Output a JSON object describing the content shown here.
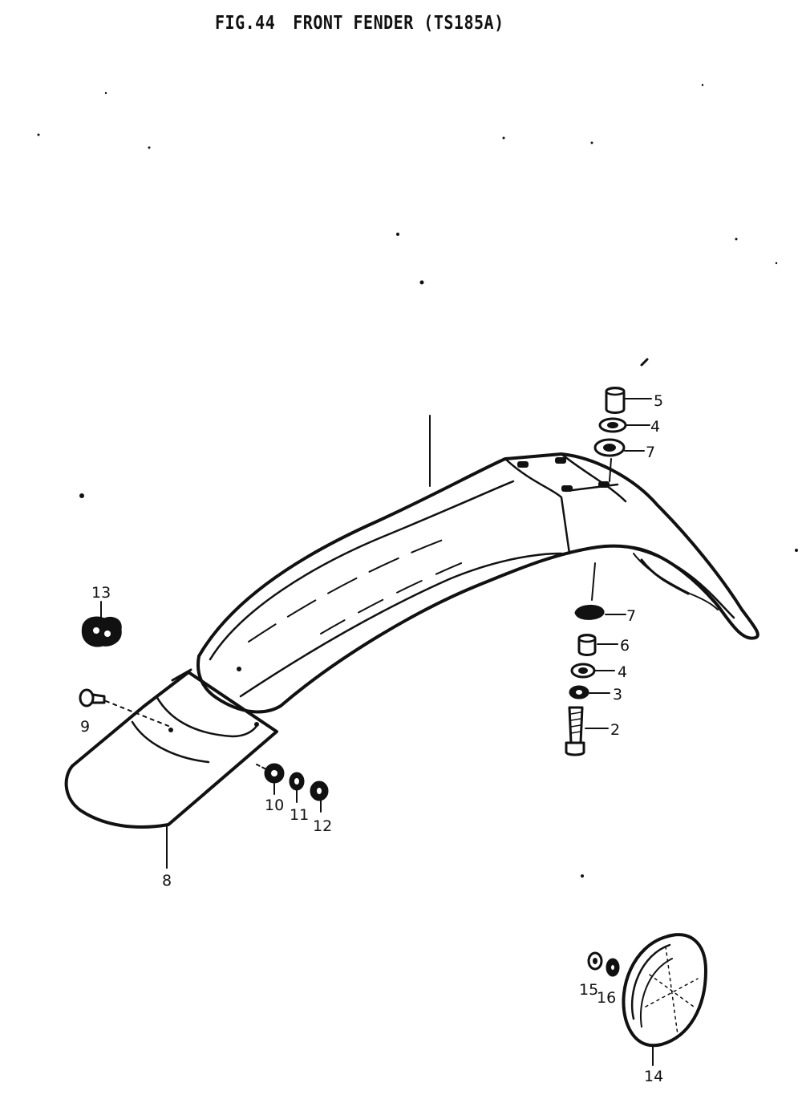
{
  "figure": {
    "number": "FIG.44",
    "title": "FRONT FENDER (TS185A)"
  },
  "callouts": [
    {
      "id": "c1",
      "label": ""
    },
    {
      "id": "c2",
      "label": "2"
    },
    {
      "id": "c3",
      "label": "3"
    },
    {
      "id": "c4a",
      "label": "4"
    },
    {
      "id": "c4b",
      "label": "4"
    },
    {
      "id": "c5",
      "label": "5"
    },
    {
      "id": "c6",
      "label": "6"
    },
    {
      "id": "c7a",
      "label": "7"
    },
    {
      "id": "c7b",
      "label": "7"
    },
    {
      "id": "c8",
      "label": "8"
    },
    {
      "id": "c9",
      "label": "9"
    },
    {
      "id": "c10",
      "label": "10"
    },
    {
      "id": "c11",
      "label": "11"
    },
    {
      "id": "c12",
      "label": "12"
    },
    {
      "id": "c13",
      "label": "13"
    },
    {
      "id": "c14",
      "label": "14"
    },
    {
      "id": "c15",
      "label": "15"
    },
    {
      "id": "c16",
      "label": "16"
    }
  ],
  "colors": {
    "ink": "#111111",
    "paper": "#ffffff"
  }
}
